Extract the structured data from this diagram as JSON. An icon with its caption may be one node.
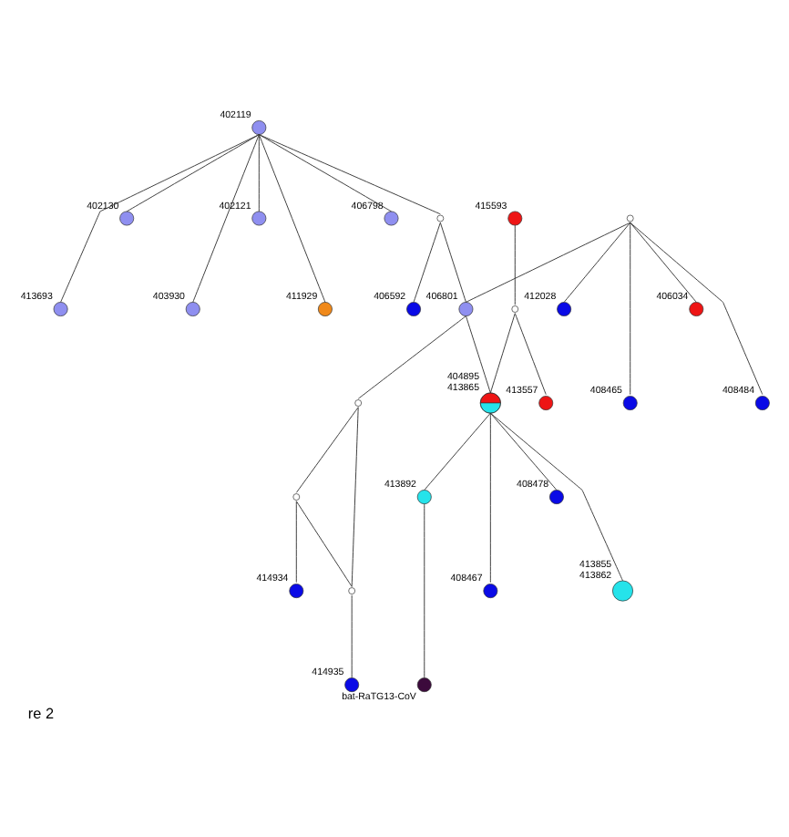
{
  "diagram": {
    "caption": "re 2",
    "nodes": [
      {
        "text": [],
        "shape": "circle",
        "beside": [
          "402130"
        ]
      },
      {
        "text": [],
        "shape": "circle",
        "beside": [
          "413693"
        ]
      },
      {
        "text": [],
        "shape": "circle",
        "beside": [
          "402121"
        ]
      },
      {
        "text": [],
        "shape": "circle",
        "beside": [
          "403930"
        ]
      },
      {
        "text": [],
        "shape": "circle",
        "beside": [
          "406798"
        ]
      },
      {
        "text": [],
        "shape": "circle",
        "beside": [
          "402119"
        ]
      },
      {
        "text": [],
        "shape": "circle",
        "beside": [
          "411929"
        ]
      },
      {
        "text": [],
        "shape": "circle",
        "beside": [
          "406034"
        ]
      },
      {
        "text": [],
        "shape": "circle",
        "beside": [
          "408484"
        ]
      },
      {
        "text": [],
        "shape": "circle",
        "beside": [
          "412028"
        ]
      },
      {
        "text": [],
        "shape": "circle"
      },
      {
        "text": [],
        "shape": "circle",
        "beside": [
          "406592"
        ]
      },
      {
        "text": [],
        "shape": "circle",
        "beside": [
          "408465"
        ]
      },
      {
        "text": [],
        "shape": "circle"
      },
      {
        "text": [],
        "shape": "circle",
        "beside": [
          "406801"
        ]
      },
      {
        "text": [],
        "shape": "circle"
      },
      {
        "text": [],
        "shape": "circle"
      },
      {
        "text": [],
        "shape": "circle",
        "beside": [
          "414934"
        ]
      },
      {
        "text": [],
        "shape": "circle",
        "beside": [
          "415593"
        ]
      },
      {
        "text": [],
        "shape": "circle"
      },
      {
        "text": [],
        "shape": "circle"
      },
      {
        "text": [],
        "shape": "circle",
        "beside": [
          "414935"
        ]
      },
      {
        "text": [],
        "shape": "circle",
        "beside": [
          "404895",
          "413865"
        ]
      },
      {
        "text": [],
        "shape": "circle",
        "beside": [
          "413557"
        ]
      },
      {
        "text": [],
        "shape": "circle",
        "beside": [
          "408478"
        ]
      },
      {
        "text": [],
        "shape": "circle",
        "beside": [
          "413855",
          "413862"
        ]
      },
      {
        "text": [],
        "shape": "circle",
        "beside": [
          "413892"
        ]
      },
      {
        "text": [],
        "shape": "circle",
        "beside": [
          "408467"
        ]
      },
      {
        "text": [],
        "shape": "circle",
        "beside": [
          "bat-RaTG13-CoV"
        ]
      }
    ],
    "edges": [
      {
        "from": 5,
        "to": 0,
        "arrow": "none"
      },
      {
        "from": 5,
        "to": 1,
        "arrow": "none"
      },
      {
        "from": 5,
        "to": 2,
        "arrow": "none"
      },
      {
        "from": 5,
        "to": 3,
        "arrow": "none"
      },
      {
        "from": 5,
        "to": 4,
        "arrow": "none"
      },
      {
        "from": 5,
        "to": 6,
        "arrow": "none"
      },
      {
        "from": 5,
        "to": 10,
        "arrow": "none"
      },
      {
        "from": 10,
        "to": 11,
        "arrow": "none"
      },
      {
        "from": 10,
        "to": 14,
        "arrow": "none"
      },
      {
        "from": 13,
        "to": 12,
        "arrow": "none"
      },
      {
        "from": 13,
        "to": 7,
        "arrow": "none"
      },
      {
        "from": 13,
        "to": 8,
        "arrow": "none"
      },
      {
        "from": 13,
        "to": 9,
        "arrow": "none"
      },
      {
        "from": 13,
        "to": 14,
        "arrow": "none"
      },
      {
        "from": 14,
        "to": 15,
        "arrow": "none"
      },
      {
        "from": 15,
        "to": 16,
        "arrow": "none"
      },
      {
        "from": 15,
        "to": 20,
        "arrow": "none"
      },
      {
        "from": 16,
        "to": 20,
        "arrow": "none"
      },
      {
        "from": 16,
        "to": 17,
        "arrow": "none"
      },
      {
        "from": 20,
        "to": 21,
        "arrow": "none"
      },
      {
        "from": 14,
        "to": 22,
        "arrow": "none"
      },
      {
        "from": 18,
        "to": 19,
        "arrow": "none"
      },
      {
        "from": 19,
        "to": 23,
        "arrow": "none"
      },
      {
        "from": 19,
        "to": 22,
        "arrow": "none"
      },
      {
        "from": 22,
        "to": 24,
        "arrow": "none"
      },
      {
        "from": 22,
        "to": 25,
        "arrow": "none"
      },
      {
        "from": 22,
        "to": 26,
        "arrow": "none"
      },
      {
        "from": 22,
        "to": 27,
        "arrow": "none"
      },
      {
        "from": 26,
        "to": 28,
        "arrow": "none"
      }
    ]
  }
}
